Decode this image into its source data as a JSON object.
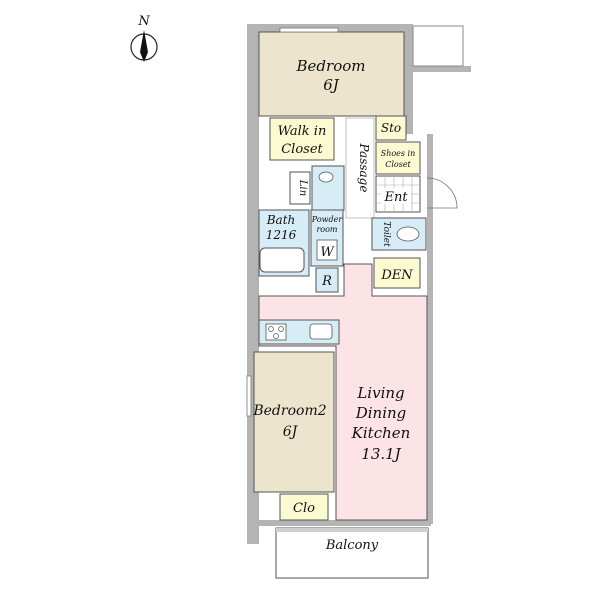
{
  "compass": {
    "label": "N",
    "icon": "north-arrow-icon"
  },
  "rooms": {
    "bedroom1": {
      "name": "Bedroom",
      "size": "6J"
    },
    "walk_in_closet": {
      "line1": "Walk in",
      "line2": "Closet"
    },
    "storage": {
      "name": "Sto"
    },
    "shoes_closet": {
      "line1": "Shoes in",
      "line2": "Closet"
    },
    "passage": {
      "name": "Passage"
    },
    "entrance": {
      "name": "Ent"
    },
    "linen": {
      "name": "Lin"
    },
    "bath": {
      "name": "Bath",
      "size": "1216"
    },
    "powder_room": {
      "line1": "Powder",
      "line2": "room"
    },
    "washer": {
      "name": "W"
    },
    "toilet": {
      "name": "Toilet"
    },
    "refrigerator": {
      "name": "R"
    },
    "den": {
      "name": "DEN"
    },
    "ldk": {
      "line1": "Living",
      "line2": "Dining",
      "line3": "Kitchen",
      "size": "13.1J"
    },
    "bedroom2": {
      "name": "Bedroom2",
      "size": "6J"
    },
    "closet": {
      "name": "Clo"
    },
    "balcony": {
      "name": "Balcony"
    }
  },
  "colors": {
    "bedroom": "#ece4cc",
    "ldk": "#fbe3e6",
    "closet": "#fcfad0",
    "wet_area": "#d6ecf6",
    "wall": "#b4b4b4",
    "entrance_tile": "#ffffff"
  }
}
